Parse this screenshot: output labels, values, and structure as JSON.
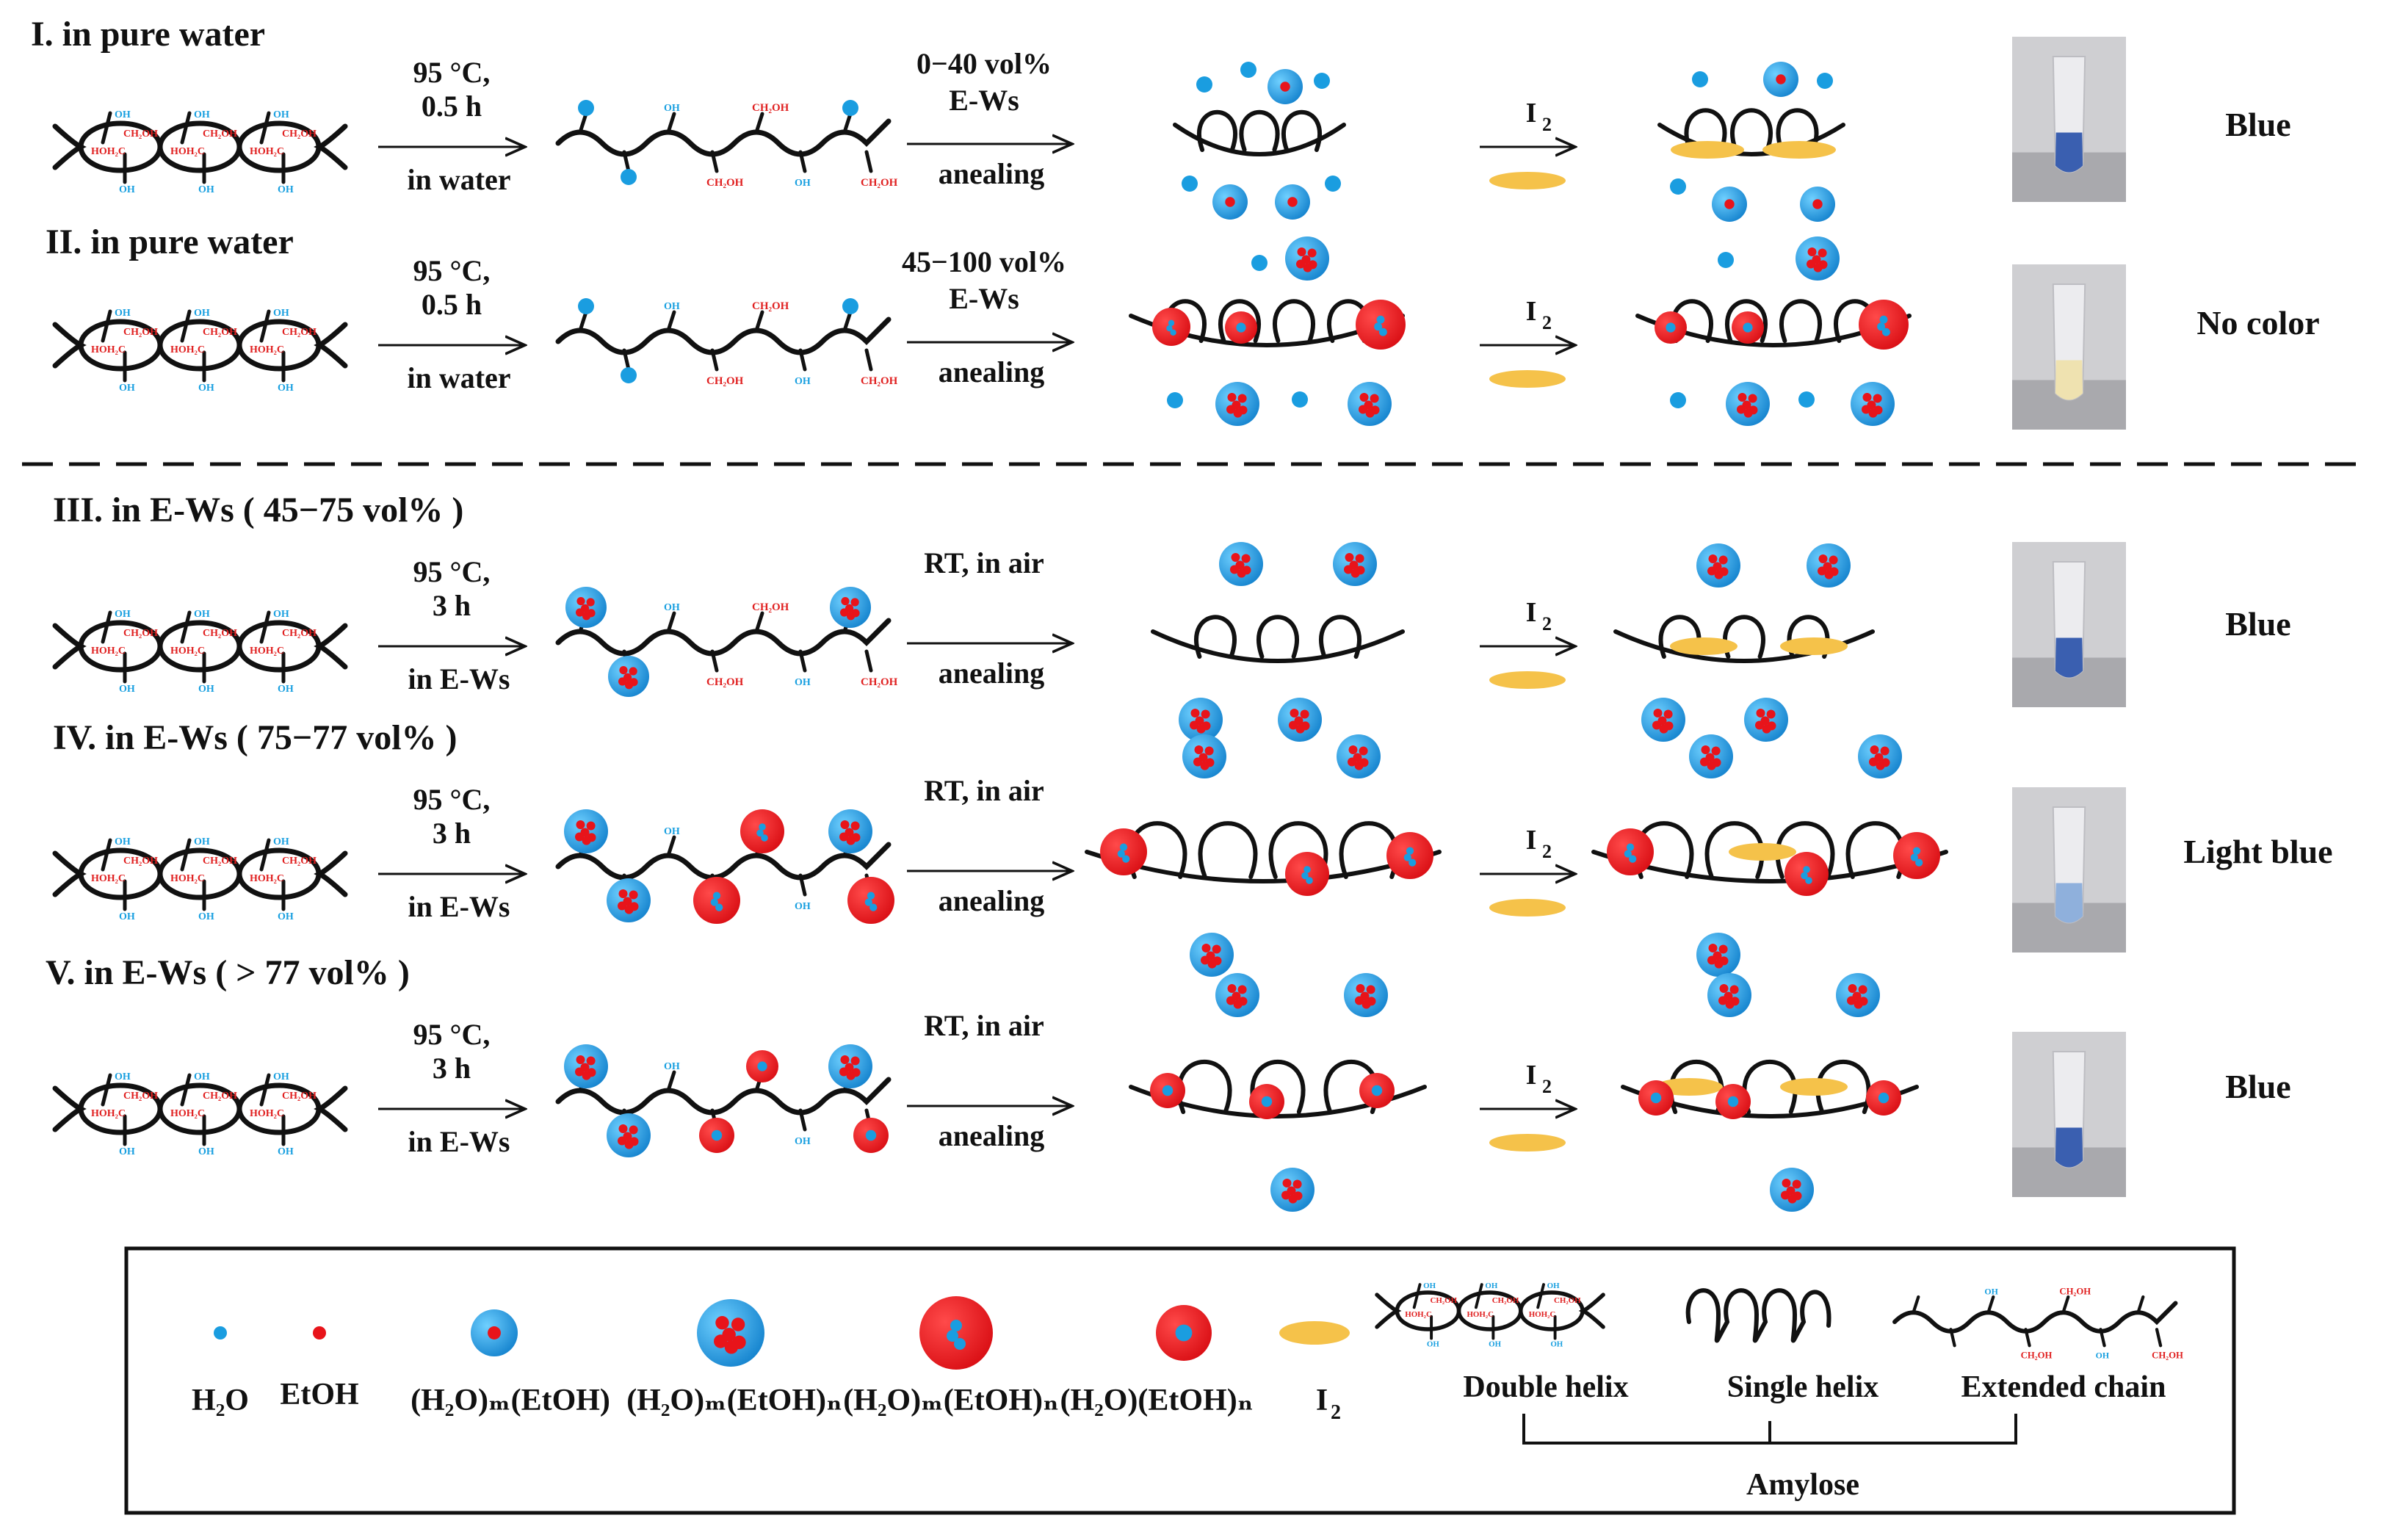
{
  "rows": [
    {
      "title": "I. in pure water",
      "step1": [
        "95 °C,",
        "0.5 h",
        "in water"
      ],
      "step2": [
        "0−40 vol%",
        "E-Ws",
        "anealing"
      ],
      "i2": "I",
      "i2_sub": "2",
      "result": "Blue"
    },
    {
      "title": "II. in pure water",
      "step1": [
        "95 °C,",
        "0.5 h",
        "in water"
      ],
      "step2": [
        "45−100 vol%",
        "E-Ws",
        "anealing"
      ],
      "i2": "I",
      "i2_sub": "2",
      "result": "No color"
    },
    {
      "title": "III. in E-Ws ( 45−75 vol% )",
      "step1": [
        "95 °C,",
        "3 h",
        "in E-Ws"
      ],
      "step2": [
        "RT, in air",
        "",
        "anealing"
      ],
      "i2": "I",
      "i2_sub": "2",
      "result": "Blue"
    },
    {
      "title": "IV. in E-Ws ( 75−77 vol% )",
      "step1": [
        "95 °C,",
        "3 h",
        "in E-Ws"
      ],
      "step2": [
        "RT, in air",
        "",
        "anealing"
      ],
      "i2": "I",
      "i2_sub": "2",
      "result": "Light blue"
    },
    {
      "title": "V. in E-Ws ( > 77 vol% )",
      "step1": [
        "95 °C,",
        "3 h",
        "in E-Ws"
      ],
      "step2": [
        "RT, in air",
        "",
        "anealing"
      ],
      "i2": "I",
      "i2_sub": "2",
      "result": "Blue"
    }
  ],
  "chem_labels": {
    "oh": "OH",
    "ch2oh": "CH₂OH",
    "hoh2c": "HOH₂C"
  },
  "legend": {
    "h2o": "H₂O",
    "etoh": "EtOH",
    "c1": "(H₂O)ₘ(EtOH)",
    "c2": "(H₂O)ₘ(EtOH)ₙ",
    "c3": "(H₂O)ₘ(EtOH)ₙ",
    "c4": "(H₂O)(EtOH)ₙ",
    "i2": "I",
    "i2_sub": "2",
    "double_helix": "Double helix",
    "single_helix": "Single helix",
    "extended_chain": "Extended chain",
    "amylose": "Amylose"
  },
  "colors": {
    "water_blue": "#1a9de0",
    "ethanol_red": "#e8141a",
    "iodine_yellow": "#f5c24a",
    "result_blue_tube": "#3a5fb0",
    "result_clear_tube": "#efe2b0",
    "result_light_blue_tube": "#8fb0dc"
  }
}
